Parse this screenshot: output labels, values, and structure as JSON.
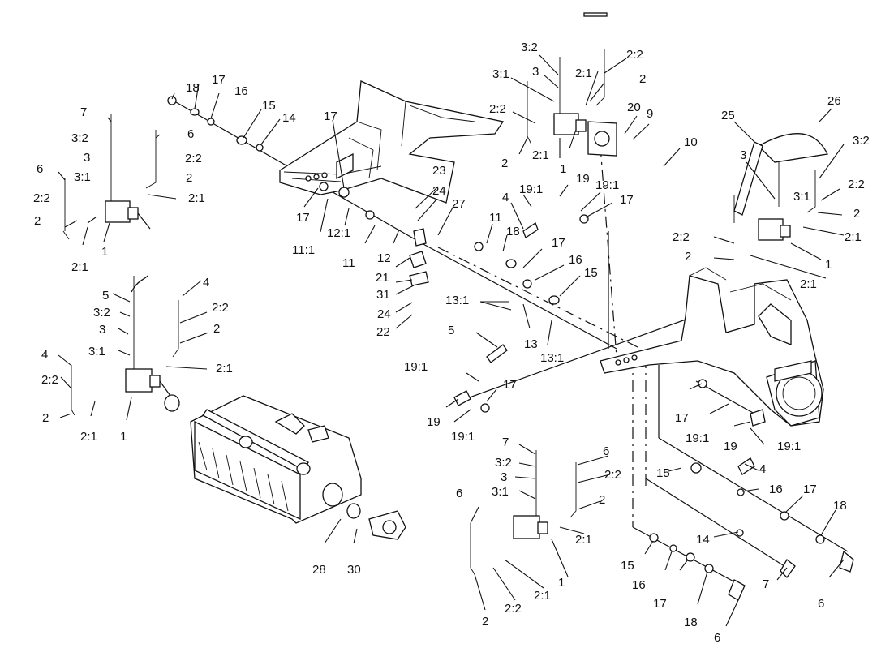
{
  "labels": [
    "18",
    "17",
    "16",
    "15",
    "14",
    "17",
    "7",
    "6",
    "3:2",
    "3",
    "3:1",
    "2:2",
    "2",
    "2:1",
    "2:1",
    "1",
    "6",
    "2:2",
    "2",
    "17",
    "11:1",
    "12:1",
    "11",
    "12",
    "23",
    "24",
    "21",
    "31",
    "24",
    "22",
    "27",
    "3:2",
    "3:1",
    "3",
    "2:2",
    "2",
    "2:1",
    "1",
    "2:1",
    "2:2",
    "2",
    "20",
    "9",
    "10",
    "25",
    "26",
    "3",
    "3:2",
    "3:1",
    "2:2",
    "2",
    "2:1",
    "2:2",
    "2",
    "1",
    "2:1",
    "19:1",
    "4",
    "19",
    "19:1",
    "17",
    "11",
    "18",
    "17",
    "16",
    "15",
    "13:1",
    "13",
    "13:1",
    "5",
    "19:1",
    "19",
    "19:1",
    "17",
    "5",
    "4",
    "3:2",
    "3",
    "2:2",
    "2",
    "3:1",
    "2:1",
    "4",
    "2:2",
    "2",
    "2:1",
    "1",
    "28",
    "30",
    "17",
    "19:1",
    "19",
    "19:1",
    "4",
    "15",
    "16",
    "17",
    "18",
    "14",
    "7",
    "6",
    "7",
    "6",
    "3:2",
    "2:2",
    "3",
    "3:1",
    "2",
    "6",
    "2:1",
    "1",
    "2:1",
    "2:2",
    "2",
    "15",
    "16",
    "17",
    "18",
    "6"
  ]
}
